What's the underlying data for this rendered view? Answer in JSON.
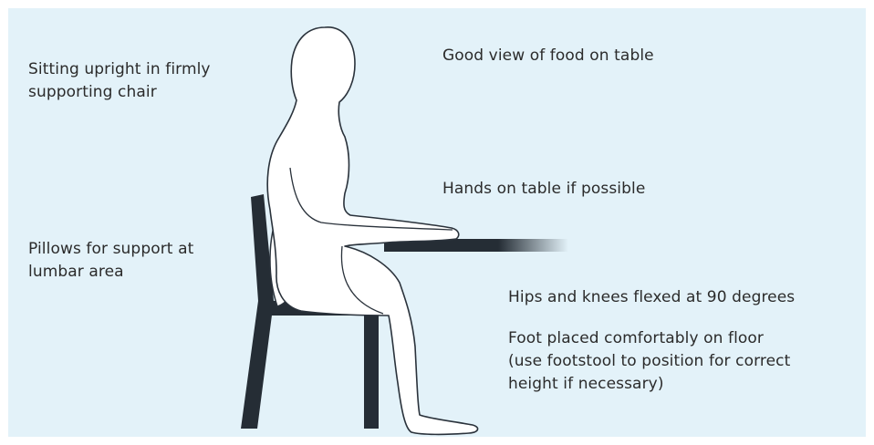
{
  "colors": {
    "background": "#e3f2f9",
    "figure_fill": "#ffffff",
    "outline": "#2a323b",
    "chair": "#252d35",
    "table": "#252d35",
    "text": "#2b2b2b"
  },
  "labels": {
    "sitting_upright": "Sitting upright in firmly\nsupporting chair",
    "pillows": "Pillows for support at\nlumbar area",
    "good_view": "Good view of food on table",
    "hands_on_table": "Hands on table if possible",
    "hips_knees": "Hips and knees flexed at 90 degrees",
    "foot_placed": "Foot placed comfortably on floor\n(use footstool to position for correct\nheight if necessary)"
  }
}
